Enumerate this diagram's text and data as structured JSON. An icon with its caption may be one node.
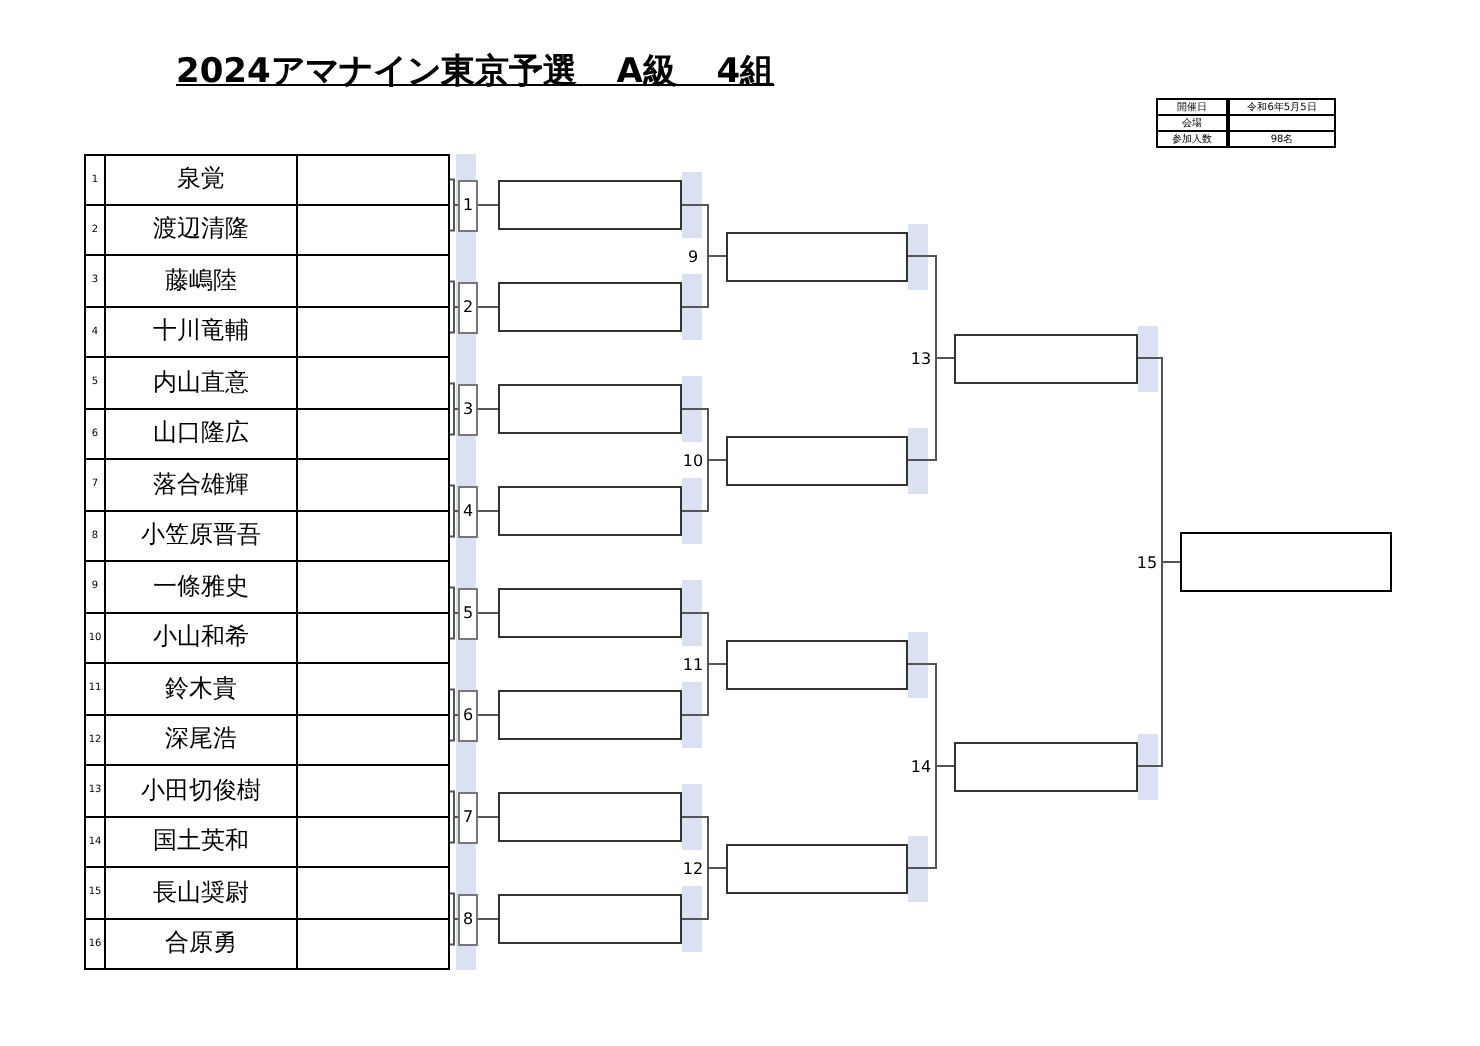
{
  "diagram": {
    "title": "2024アマナイン東京予選 A級 4組",
    "nodes": [
      {
        "text": [
          "1",
          "泉覚"
        ]
      },
      {
        "text": [
          "2",
          "渡辺清隆"
        ]
      },
      {
        "text": [
          "3",
          "藤嶋陸"
        ]
      },
      {
        "text": [
          "4",
          "十川竜輔"
        ]
      },
      {
        "text": [
          "5",
          "内山直意"
        ]
      },
      {
        "text": [
          "6",
          "山口隆広"
        ]
      },
      {
        "text": [
          "7",
          "落合雄輝"
        ]
      },
      {
        "text": [
          "8",
          "小笠原晋吾"
        ]
      },
      {
        "text": [
          "9",
          "一條雅史"
        ]
      },
      {
        "text": [
          "10",
          "小山和希"
        ]
      },
      {
        "text": [
          "11",
          "鈴木貴"
        ]
      },
      {
        "text": [
          "12",
          "深尾浩"
        ]
      },
      {
        "text": [
          "13",
          "小田切俊樹"
        ]
      },
      {
        "text": [
          "14",
          "国土英和"
        ]
      },
      {
        "text": [
          "15",
          "長山奨尉"
        ]
      },
      {
        "text": [
          "16",
          "合原勇"
        ]
      },
      {
        "text": [
          "1"
        ]
      },
      {
        "text": [
          "2"
        ]
      },
      {
        "text": [
          "3"
        ]
      },
      {
        "text": [
          "4"
        ]
      },
      {
        "text": [
          "5"
        ]
      },
      {
        "text": [
          "6"
        ]
      },
      {
        "text": [
          "7"
        ]
      },
      {
        "text": [
          "8"
        ]
      },
      {
        "text": [],
        "shape": "box"
      },
      {
        "text": [],
        "shape": "box"
      },
      {
        "text": [],
        "shape": "box"
      },
      {
        "text": [],
        "shape": "box"
      },
      {
        "text": [],
        "shape": "box"
      },
      {
        "text": [],
        "shape": "box"
      },
      {
        "text": [],
        "shape": "box"
      },
      {
        "text": [],
        "shape": "box"
      },
      {
        "text": [],
        "shape": "box",
        "beside": [
          "9"
        ]
      },
      {
        "text": [],
        "shape": "box",
        "beside": [
          "10"
        ]
      },
      {
        "text": [],
        "shape": "box",
        "beside": [
          "11"
        ]
      },
      {
        "text": [],
        "shape": "box",
        "beside": [
          "12"
        ]
      },
      {
        "text": [],
        "shape": "box",
        "beside": [
          "13"
        ]
      },
      {
        "text": [],
        "shape": "box",
        "beside": [
          "14"
        ]
      },
      {
        "text": [],
        "shape": "box",
        "beside": [
          "15"
        ]
      }
    ],
    "edges": [
      {
        "from": 0,
        "to": 16,
        "arrow": "none"
      },
      {
        "from": 1,
        "to": 16,
        "arrow": "none"
      },
      {
        "from": 2,
        "to": 17,
        "arrow": "none"
      },
      {
        "from": 3,
        "to": 17,
        "arrow": "none"
      },
      {
        "from": 4,
        "to": 18,
        "arrow": "none"
      },
      {
        "from": 5,
        "to": 18,
        "arrow": "none"
      },
      {
        "from": 6,
        "to": 19,
        "arrow": "none"
      },
      {
        "from": 7,
        "to": 19,
        "arrow": "none"
      },
      {
        "from": 8,
        "to": 20,
        "arrow": "none"
      },
      {
        "from": 9,
        "to": 20,
        "arrow": "none"
      },
      {
        "from": 10,
        "to": 21,
        "arrow": "none"
      },
      {
        "from": 11,
        "to": 21,
        "arrow": "none"
      },
      {
        "from": 12,
        "to": 22,
        "arrow": "none"
      },
      {
        "from": 13,
        "to": 22,
        "arrow": "none"
      },
      {
        "from": 14,
        "to": 23,
        "arrow": "none"
      },
      {
        "from": 15,
        "to": 23,
        "arrow": "none"
      },
      {
        "from": 16,
        "to": 24,
        "arrow": "none"
      },
      {
        "from": 17,
        "to": 25,
        "arrow": "none"
      },
      {
        "from": 18,
        "to": 26,
        "arrow": "none"
      },
      {
        "from": 19,
        "to": 27,
        "arrow": "none"
      },
      {
        "from": 20,
        "to": 28,
        "arrow": "none"
      },
      {
        "from": 21,
        "to": 29,
        "arrow": "none"
      },
      {
        "from": 22,
        "to": 30,
        "arrow": "none"
      },
      {
        "from": 23,
        "to": 31,
        "arrow": "none"
      },
      {
        "from": 24,
        "to": 32,
        "arrow": "none"
      },
      {
        "from": 25,
        "to": 32,
        "arrow": "none"
      },
      {
        "from": 26,
        "to": 33,
        "arrow": "none"
      },
      {
        "from": 27,
        "to": 33,
        "arrow": "none"
      },
      {
        "from": 28,
        "to": 34,
        "arrow": "none"
      },
      {
        "from": 29,
        "to": 34,
        "arrow": "none"
      },
      {
        "from": 30,
        "to": 35,
        "arrow": "none"
      },
      {
        "from": 31,
        "to": 35,
        "arrow": "none"
      },
      {
        "from": 32,
        "to": 36,
        "arrow": "none"
      },
      {
        "from": 33,
        "to": 36,
        "arrow": "none"
      },
      {
        "from": 34,
        "to": 37,
        "arrow": "none"
      },
      {
        "from": 35,
        "to": 37,
        "arrow": "none"
      },
      {
        "from": 36,
        "to": 38,
        "arrow": "none"
      },
      {
        "from": 37,
        "to": 38,
        "arrow": "none"
      }
    ],
    "labels": [
      "開催日",
      "令和6年5月5日",
      "会場",
      "参加人数",
      "98名"
    ]
  }
}
